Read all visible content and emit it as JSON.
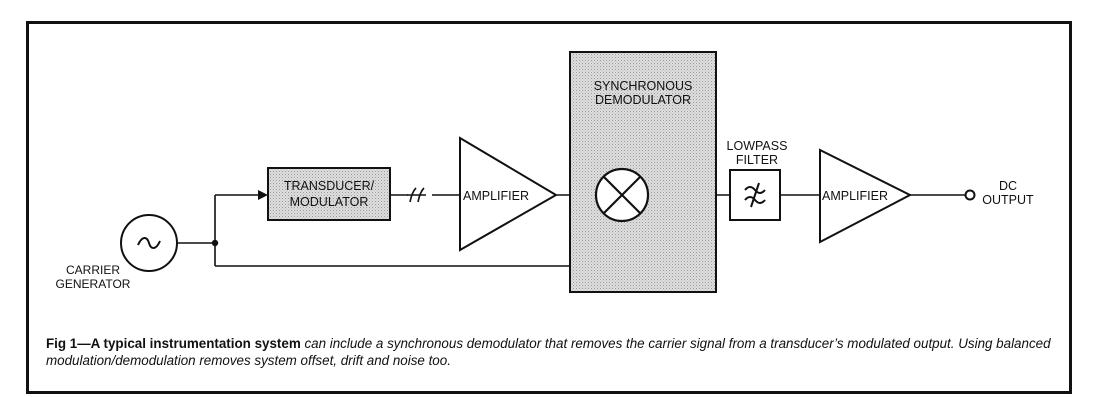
{
  "blocks": {
    "carrier_generator": [
      "CARRIER",
      "GENERATOR"
    ],
    "transducer_modulator": [
      "TRANSDUCER/",
      "MODULATOR"
    ],
    "amplifier1": "AMPLIFIER",
    "synchronous_demodulator": [
      "SYNCHRONOUS",
      "DEMODULATOR"
    ],
    "lowpass_filter": [
      "LOWPASS",
      "FILTER"
    ],
    "amplifier2": "AMPLIFIER",
    "dc_output": [
      "DC",
      "OUTPUT"
    ]
  },
  "caption": {
    "title": "Fig 1—A typical instrumentation system",
    "body": " can include a synchronous demodulator that removes the carrier signal from a transducer’s modulated output. Using balanced modulation/demodulation removes system offset, drift and noise too."
  }
}
